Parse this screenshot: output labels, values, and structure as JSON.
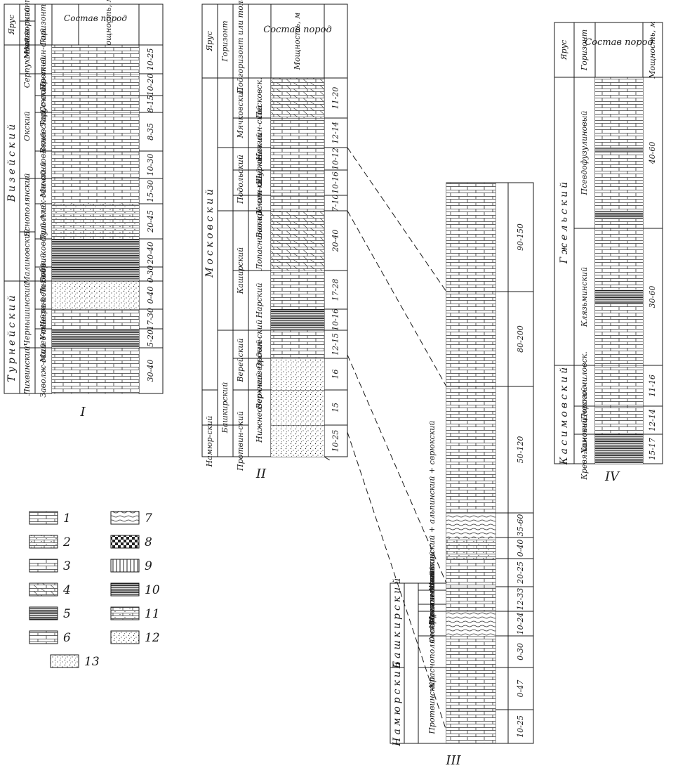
{
  "columns": [
    {
      "numeral": "I",
      "headers": [
        "Ярус",
        "Над-горизонт",
        "Горизонт",
        "Состав пород",
        "Мощность, м"
      ],
      "stage_groups": [
        "Турнейский",
        "Визейский"
      ],
      "superhorizons": [
        "Лихвинский",
        "Чернышинский",
        "Малиновский",
        "Яснополянский",
        "Окский",
        "Серпуховский",
        "Москов-ский"
      ],
      "horizons": [
        "Заволж-ский",
        "Малев-ский",
        "Упин-ский",
        "Че-ре-пет-ский",
        "Лихв-ский",
        "Бобри-ковский",
        "Тульский",
        "Алек-син-ский",
        "Михай-лов-ский",
        "Веневский",
        "Тарус-ский",
        "Стешев-ский",
        "Прот-вин-ский"
      ],
      "thicknesses": [
        "30-40",
        "5-20",
        "17-30",
        "0-40",
        "0-30",
        "20-40",
        "20-45",
        "15-30",
        "10-30",
        "8-35",
        "8-15",
        "10-20",
        "10-25"
      ]
    },
    {
      "numeral": "II",
      "headers": [
        "Ярус",
        "Горизонт",
        "Подгоризонт или толща",
        "Состав пород",
        "Мощность, м"
      ],
      "stage_groups": [
        "Намюр-ский",
        "Башкирский",
        "Московский"
      ],
      "horizons": [
        "Протвин-ский",
        "Верейский",
        "Каширский",
        "Подольский",
        "Мячковский"
      ],
      "subhorizons": [
        "Нижнеозер-ский",
        "Верхнеозер-ский",
        "Ордын-ский",
        "Нарский",
        "Лопаснинский",
        "Вос-кре-сен-ский",
        "Улит-кин-ский",
        "Шур-ов-ский",
        "Нов-лин-ский",
        "Песковск."
      ],
      "thicknesses": [
        "10-25",
        "15",
        "16",
        "12-15",
        "10-16",
        "17-28",
        "20-40",
        "7-10",
        "10-16",
        "10-12",
        "12-14",
        "11-20"
      ]
    },
    {
      "numeral": "III",
      "stage_groups": [
        "Намюрский",
        "Башкирский"
      ],
      "horizons": [
        "Протвинский",
        "Краснополянский",
        "Северо-кельтменский",
        "Прикамский",
        "Черемшанский",
        "Мелекесский"
      ],
      "subhorizon": "Шешминский + альпинский + сврюкский",
      "thicknesses": [
        "10-25",
        "0-47",
        "0-30",
        "10-24",
        "12-33",
        "20-25",
        "0-40",
        "35-60",
        "50-120",
        "80-200",
        "90-150"
      ]
    },
    {
      "numeral": "IV",
      "headers": [
        "Ярус",
        "Горизонт",
        "Состав пород",
        "Мощность, м"
      ],
      "stage_groups": [
        "Касимовский",
        "Гжельский"
      ],
      "horizons": [
        "Кревя-кинский",
        "Хамовни-ческий",
        "Дорого-миловск.",
        "Клязьминский",
        "Псевдофузулиновый"
      ],
      "thicknesses": [
        "15-17",
        "12-14",
        "11-16",
        "30-60",
        "40-60"
      ]
    }
  ],
  "legend": [
    "1",
    "2",
    "3",
    "4",
    "5",
    "6",
    "7",
    "8",
    "9",
    "10",
    "11",
    "12",
    "13"
  ]
}
